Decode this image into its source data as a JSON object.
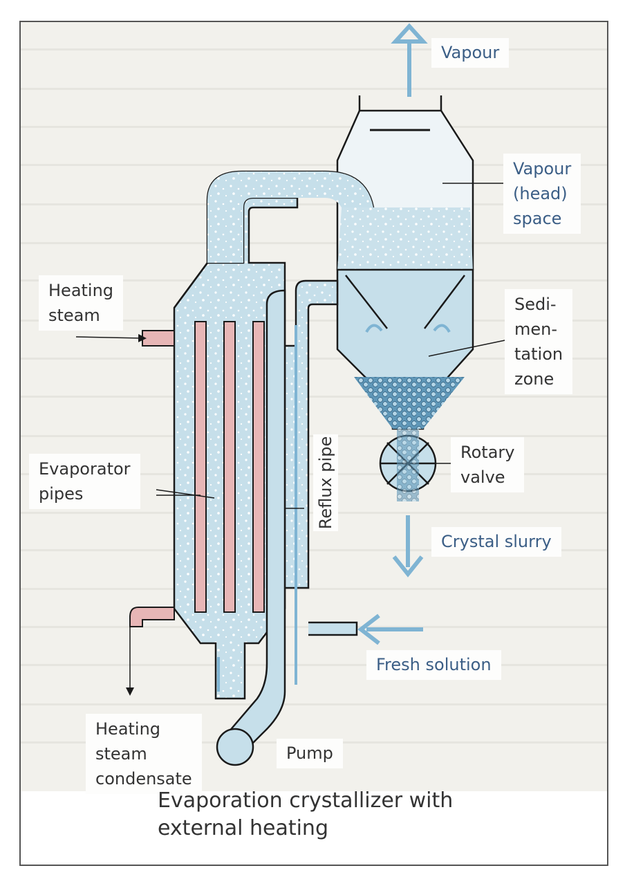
{
  "labels": {
    "vapour": "Vapour",
    "head_space_1": "Vapour",
    "head_space_2": "(head)",
    "head_space_3": "space",
    "heating_steam_1": "Heating",
    "heating_steam_2": "steam",
    "sedimentation_1": "Sedi-",
    "sedimentation_2": "men-",
    "sedimentation_3": "tation",
    "sedimentation_4": "zone",
    "evaporator_pipes_1": "Evaporator",
    "evaporator_pipes_2": "pipes",
    "reflux_pipe": "Reflux pipe",
    "rotary_valve_1": "Rotary",
    "rotary_valve_2": "valve",
    "crystal_slurry": "Crystal slurry",
    "fresh_solution": "Fresh solution",
    "condensate_1": "Heating",
    "condensate_2": "steam",
    "condensate_3": "condensate",
    "pump": "Pump"
  },
  "caption_line_1": "Evaporation crystallizer with",
  "caption_line_2": "external heating",
  "colors": {
    "liquid": "#c6dfea",
    "liquid_dark": "#9fc9dc",
    "outline": "#1a1a1a",
    "steam_pipe": "#e7b6b6",
    "arrow": "#7fb4d3",
    "label_blue": "#3b5e86"
  }
}
